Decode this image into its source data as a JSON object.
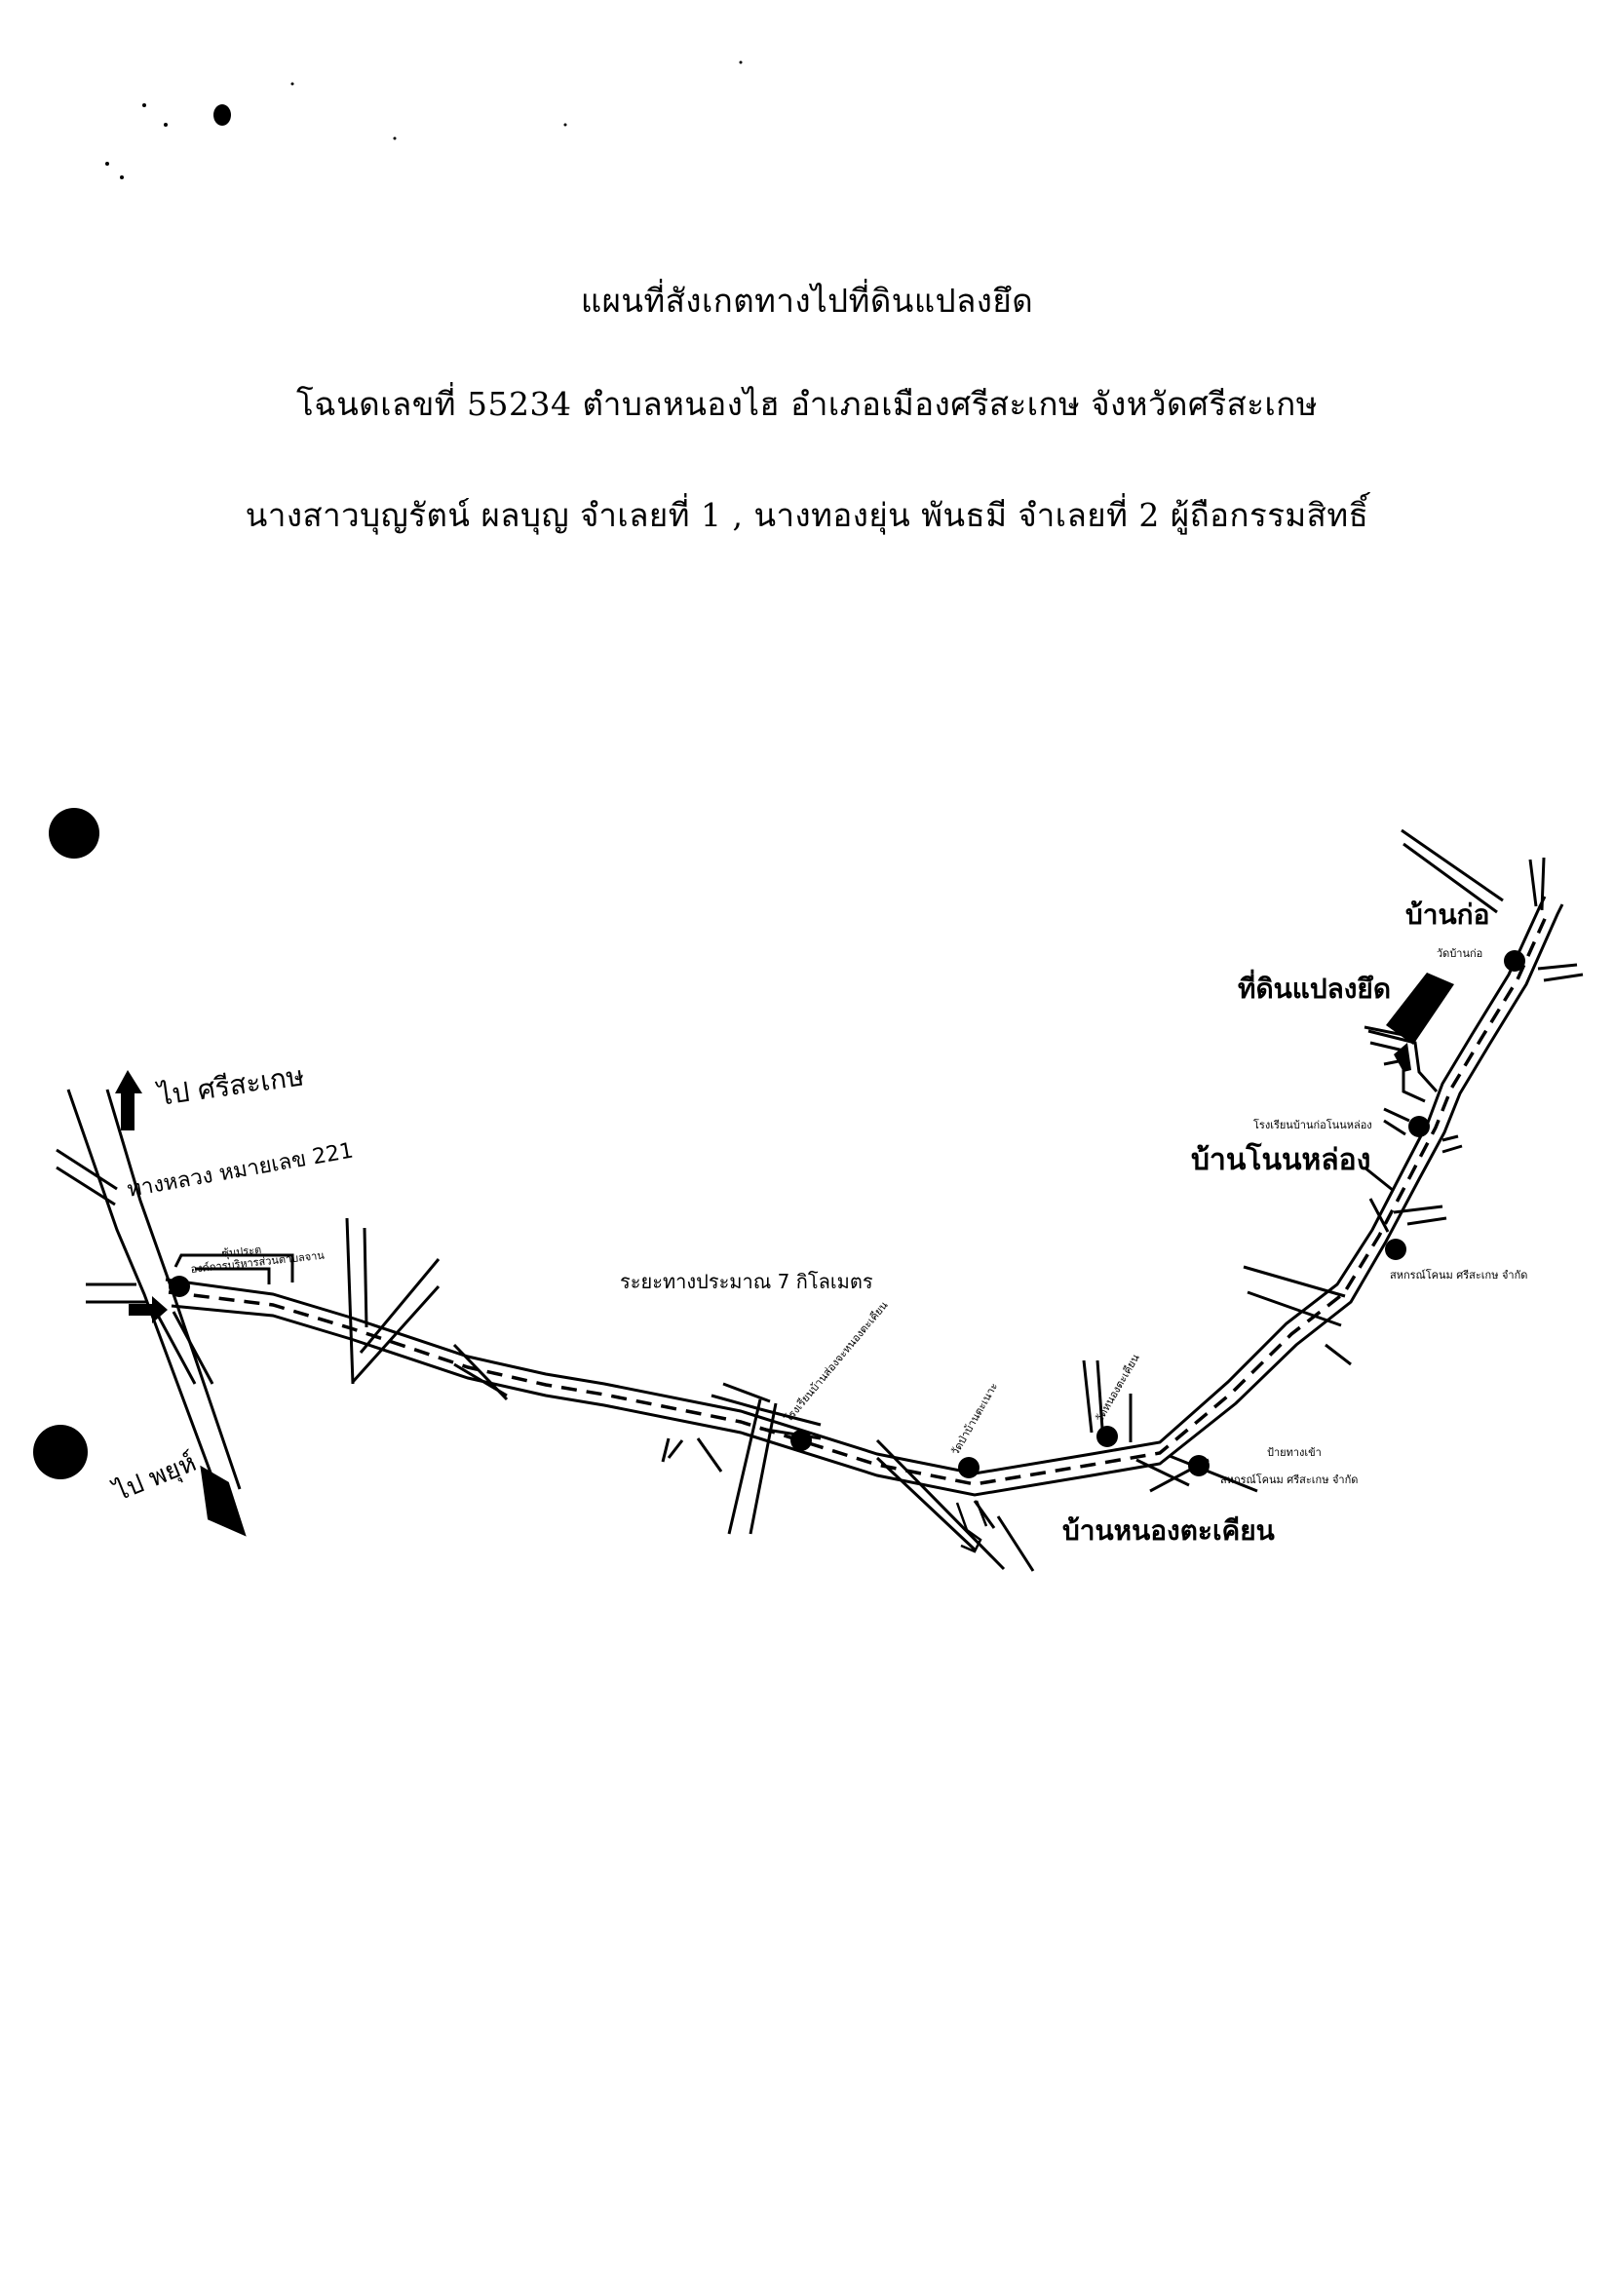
{
  "header": {
    "title": "แผนที่สังเกตทางไปที่ดินแปลงยึด",
    "deed_line": "โฉนดเลขที่ 55234 ตำบลหนองไฮ อำเภอเมืองศรีสะเกษ จังหวัดศรีสะเกษ",
    "owners_line": "นางสาวบุญรัตน์ ผลบุญ จำเลยที่ 1 , นางทองยุ่น พันธมี จำเลยที่ 2 ผู้ถือกรรมสิทธิ์"
  },
  "map": {
    "labels": {
      "to_sisaket": "ไป ศรีสะเกษ",
      "to_phayu": "ไป พยุห์",
      "highway": "ทางหลวง หมายเลข 221",
      "tao_line1": "ซุ้มประตู",
      "tao_line2": "องค์การบริหารส่วนตำบลจาน",
      "distance": "ระยะทางประมาณ 7 กิโลเมตร",
      "school_nong_takhian": "โรงเรียนบ้านส่องจะหนองตะเคียน",
      "wat_khanakhao": "วัดป่าบ้านตะเนาะ",
      "wat_nong_takhian": "วัดหนองตะเคียน",
      "coop_entrance_1": "ป้ายทางเข้า",
      "coop_entrance_2": "สหกรณ์โคนม ศรีสะเกษ จำกัด",
      "village_nong_takhian": "บ้านหนองตะเคียน",
      "coop_dairy": "สหกรณ์โคนม ศรีสะเกษ จำกัด",
      "school_ban_ko_non_long": "โรงเรียนบ้านก่อโนนหล่อง",
      "village_non_long": "บ้านโนนหล่อง",
      "seized_land": "ที่ดินแปลงยึด",
      "wat_ban_ko": "วัดบ้านก่อ",
      "village_ban_ko": "บ้านก่อ"
    }
  }
}
